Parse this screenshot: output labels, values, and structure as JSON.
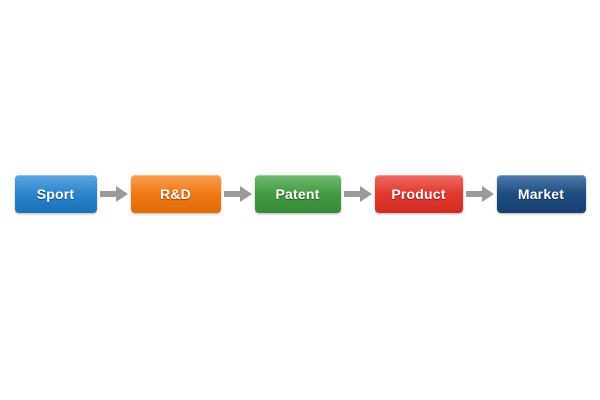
{
  "diagram": {
    "type": "process-flow",
    "orientation": "horizontal",
    "background_color": "#ffffff",
    "title": "",
    "arrow_icon_name": "arrow-right-icon",
    "arrow_color": "#9a9a9a",
    "nodes": [
      {
        "label": "Sport",
        "color": "#2e86ce",
        "text_color": "#ffffff"
      },
      {
        "label": "R&D",
        "color": "#f07b18",
        "text_color": "#ffffff"
      },
      {
        "label": "Patent",
        "color": "#449d44",
        "text_color": "#ffffff"
      },
      {
        "label": "Product",
        "color": "#e33a31",
        "text_color": "#ffffff"
      },
      {
        "label": "Market",
        "color": "#1f4e84",
        "text_color": "#ffffff"
      }
    ],
    "connectors": [
      {
        "from": "Sport",
        "to": "R&D",
        "label": ""
      },
      {
        "from": "R&D",
        "to": "Patent",
        "label": ""
      },
      {
        "from": "Patent",
        "to": "Product",
        "label": ""
      },
      {
        "from": "Product",
        "to": "Market",
        "label": ""
      }
    ]
  }
}
